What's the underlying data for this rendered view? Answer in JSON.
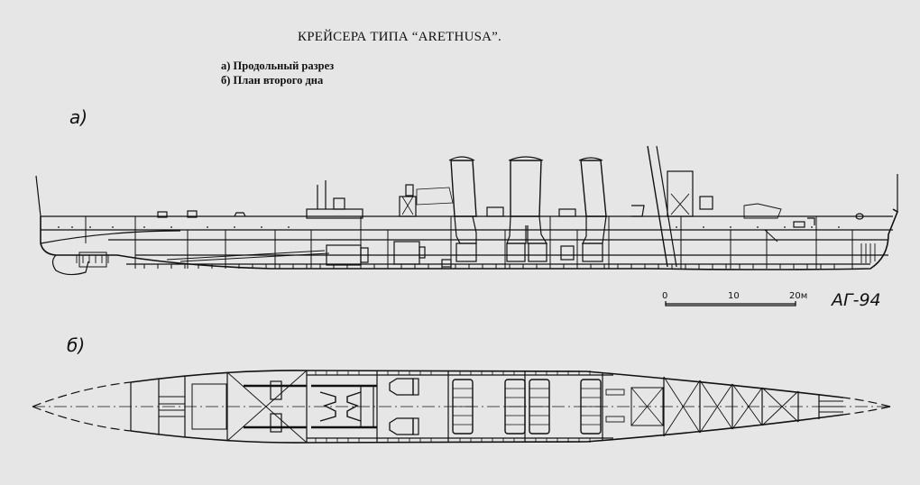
{
  "header": {
    "title": "КРЕЙСЕРА ТИПА “ARETHUSA”.",
    "legend": [
      "а) Продольный разрез",
      "б) План второго дна"
    ]
  },
  "views": {
    "a": {
      "label": "а)",
      "description": "Продольный разрез"
    },
    "b": {
      "label": "б)",
      "description": "План второго дна"
    }
  },
  "scale_bar": {
    "ticks": [
      "0",
      "10",
      "20м"
    ]
  },
  "signature": "АГ-94",
  "colors": {
    "background": "#e6e6e6",
    "ink": "#111111"
  }
}
